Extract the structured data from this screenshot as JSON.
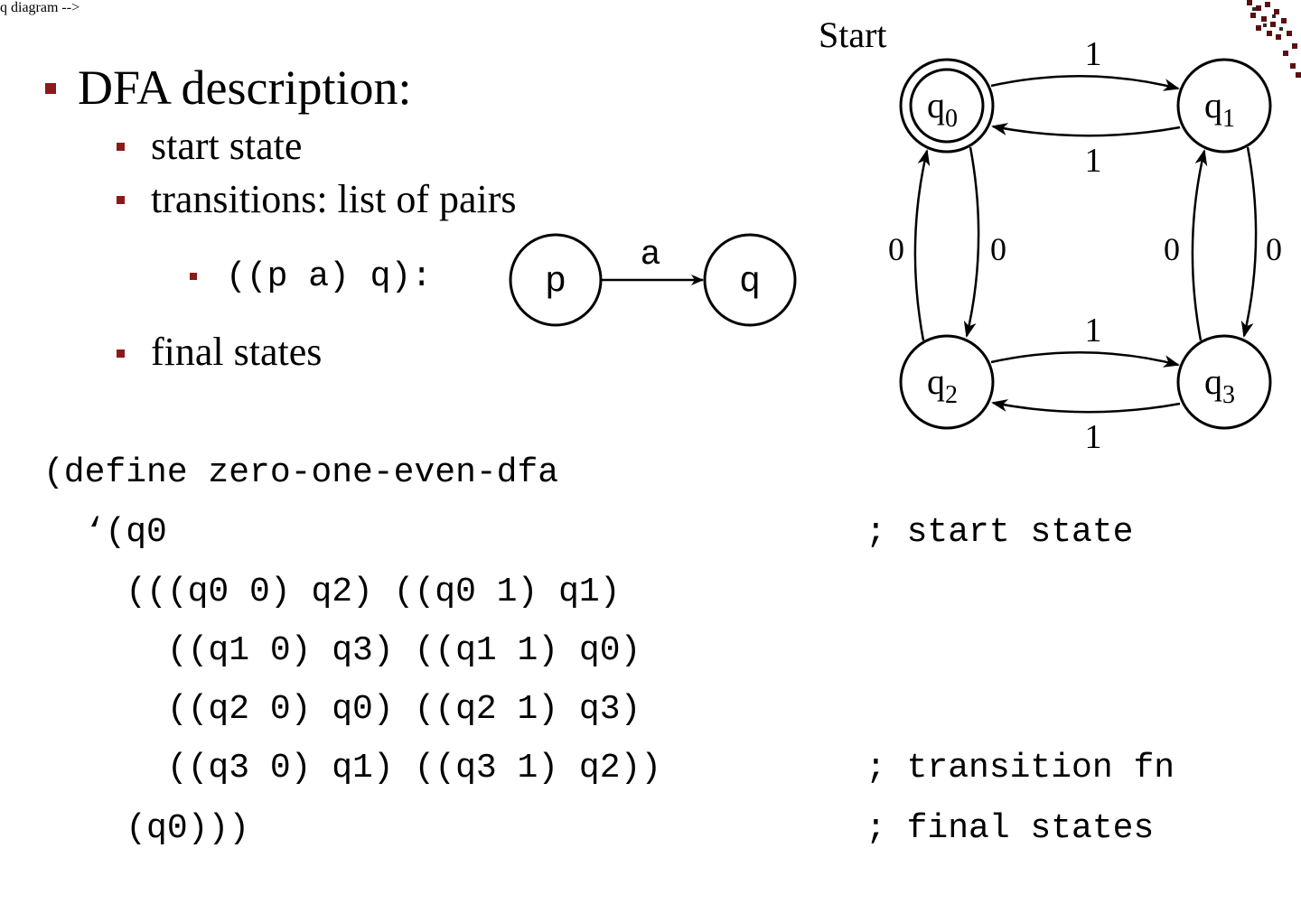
{
  "bullets": {
    "main": "DFA description:",
    "sub": [
      "start state",
      "transitions: list of pairs",
      "final states"
    ],
    "pair_example": "((p a) q):"
  },
  "mini_diagram": {
    "from": "p",
    "label": "a",
    "to": "q"
  },
  "dfa_diagram": {
    "start_label": "Start",
    "states": [
      {
        "id": "q0",
        "base": "q",
        "sub": "0",
        "accepting": true
      },
      {
        "id": "q1",
        "base": "q",
        "sub": "1",
        "accepting": false
      },
      {
        "id": "q2",
        "base": "q",
        "sub": "2",
        "accepting": false
      },
      {
        "id": "q3",
        "base": "q",
        "sub": "3",
        "accepting": false
      }
    ],
    "edge_labels": {
      "q0_q1": "1",
      "q1_q0": "1",
      "q2_q3": "1",
      "q3_q2": "1",
      "q2_q0": "0",
      "q0_q2": "0",
      "q3_q1": "0",
      "q1_q3": "0"
    }
  },
  "code": {
    "lines": [
      "(define zero-one-even-dfa",
      "  ‘(q0",
      "    (((q0 0) q2) ((q0 1) q1)",
      "      ((q1 0) q3) ((q1 1) q0)",
      "      ((q2 0) q0) ((q2 1) q3)",
      "      ((q3 0) q1) ((q3 1) q2))",
      "    (q0)))"
    ],
    "comments": [
      "; start state",
      "; transition fn",
      "; final states"
    ]
  },
  "colors": {
    "bullet": "#8b1a1a",
    "text": "#000000"
  }
}
